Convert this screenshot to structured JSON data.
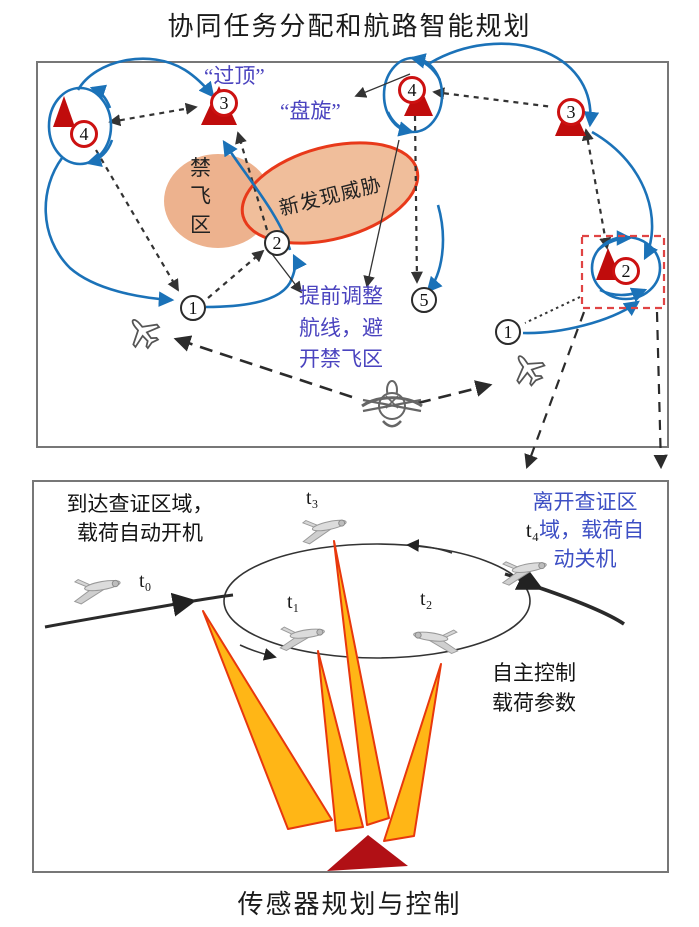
{
  "titles": {
    "top": "协同任务分配和航路智能规划",
    "bottom": "传感器规划与控制"
  },
  "top_panel": {
    "annotations": {
      "overhead": "“过顶”",
      "loiter": "“盘旋”",
      "no_fly_zone": "禁飞区",
      "new_threat": "新发现威胁",
      "adjust_route": "提前调整\n航线，避\n开禁飞区"
    },
    "waypoints": {
      "a1": "1",
      "a2": "2",
      "a3": "3",
      "a4": "4",
      "a5": "5",
      "b1": "1",
      "b2": "2",
      "b3": "3",
      "b4": "4"
    }
  },
  "bottom_panel": {
    "arrive_label": "到达查证区域，\n载荷自动开机",
    "leave_line1": "离开查证区",
    "leave_t4": "t₄",
    "leave_line2": "域，载荷自",
    "leave_line3": "动关机",
    "auto_control_label": "自主控制\n载荷参数",
    "time_labels": {
      "t0": "t₀",
      "t1": "t₁",
      "t2": "t₂",
      "t3": "t₃"
    }
  },
  "icons": [
    "target-icon",
    "waypoint-marker",
    "loiter-circle-icon",
    "airplane-icon",
    "uav-icon",
    "carrier-uav-icon",
    "sensor-beam-icon",
    "ground-target-icon",
    "no-fly-zone-ellipse",
    "threat-ellipse",
    "selection-box"
  ],
  "colors": {
    "route_blue": "#1B72B8",
    "annotation_blue": "#4A43BF",
    "leave_text_blue": "#3D4FC4",
    "threat_outline_red": "#E8391A",
    "zone_fill_tan": "#EDB28E",
    "beam_fill_yellow": "#FFB616",
    "beam_edge_orange": "#E8380D",
    "target_red": "#C00C0C",
    "ground_target_red": "#B11015",
    "selection_box_red": "#E04444"
  }
}
